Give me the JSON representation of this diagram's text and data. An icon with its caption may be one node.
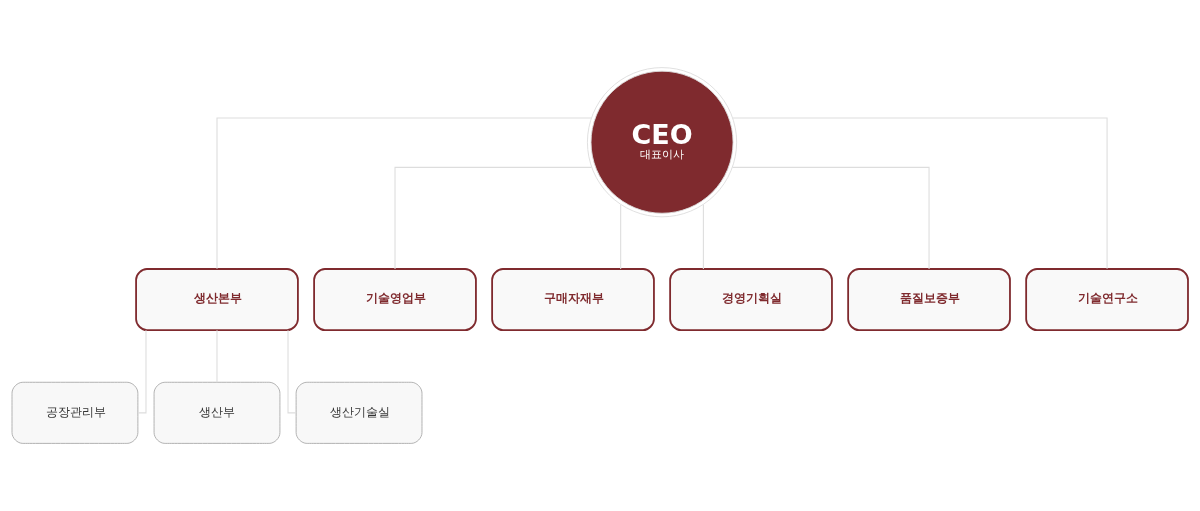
{
  "diagram": {
    "nodes": [
      {
        "text": [
          "CEO",
          "대표이사"
        ]
      },
      {
        "text": [
          "생산본부"
        ]
      },
      {
        "text": [
          "기술영업부"
        ]
      },
      {
        "text": [
          "구매자재부"
        ]
      },
      {
        "text": [
          "경영기획실"
        ]
      },
      {
        "text": [
          "품질보증부"
        ]
      },
      {
        "text": [
          "기술연구소"
        ]
      },
      {
        "text": [
          "공장관리부"
        ]
      },
      {
        "text": [
          "생산부"
        ]
      },
      {
        "text": [
          "생산기술실"
        ]
      }
    ],
    "edges": [
      {
        "from": 0,
        "to": 1,
        "arrow": "none"
      },
      {
        "from": 0,
        "to": 2,
        "arrow": "none"
      },
      {
        "from": 0,
        "to": 3,
        "arrow": "none"
      },
      {
        "from": 0,
        "to": 4,
        "arrow": "none"
      },
      {
        "from": 0,
        "to": 5,
        "arrow": "none"
      },
      {
        "from": 0,
        "to": 6,
        "arrow": "none"
      },
      {
        "from": 1,
        "to": 7,
        "arrow": "none"
      },
      {
        "from": 1,
        "to": 8,
        "arrow": "none"
      },
      {
        "from": 1,
        "to": 9,
        "arrow": "none"
      }
    ]
  }
}
